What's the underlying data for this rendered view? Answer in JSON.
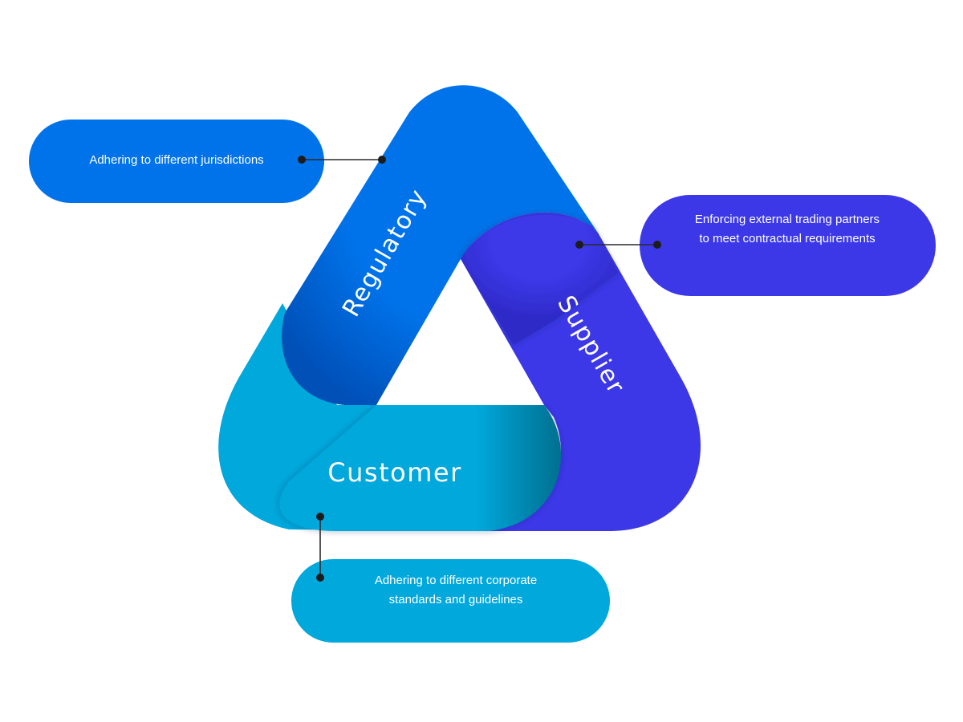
{
  "colors": {
    "regulatory": "#0073EA",
    "supplier": "#3C38E8",
    "customer": "#00A8DC",
    "connector": "#2a2a2a",
    "text": "#ffffff",
    "background": "#ffffff"
  },
  "bands": {
    "regulatory": {
      "label": "Regulatory",
      "icon": "none"
    },
    "supplier": {
      "label": "Supplier",
      "icon": "none"
    },
    "customer": {
      "label": "Customer",
      "icon": "none"
    }
  },
  "callouts": {
    "regulatory": {
      "lines": [
        "Adhering to different jurisdictions"
      ]
    },
    "supplier": {
      "lines": [
        "Enforcing external trading partners",
        "to meet contractual requirements"
      ]
    },
    "customer": {
      "lines": [
        "Adhering to different corporate",
        "standards and guidelines"
      ]
    }
  }
}
